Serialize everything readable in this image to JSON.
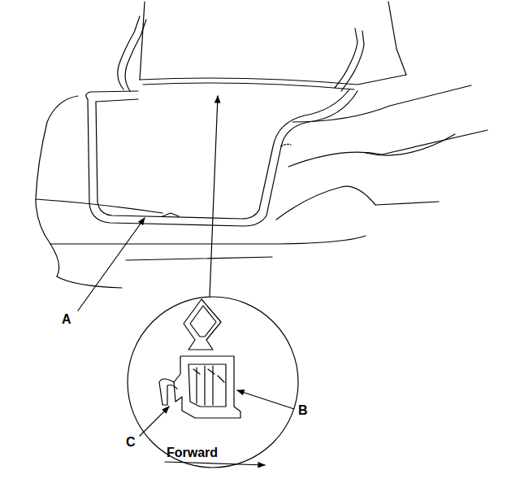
{
  "diagram": {
    "labels": [
      "A",
      "B",
      "C",
      "Forward"
    ]
  }
}
